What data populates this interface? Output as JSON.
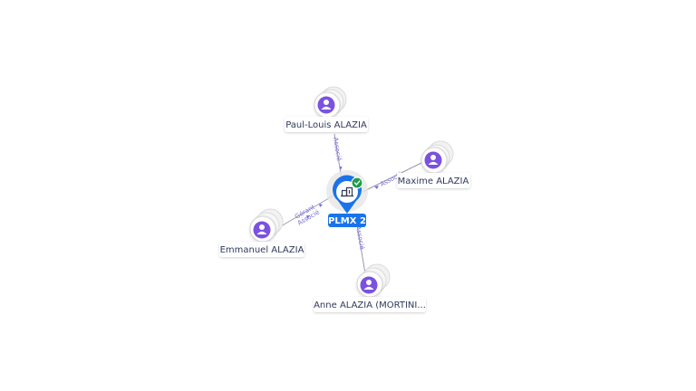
{
  "center": {
    "label": "PLMX 2",
    "icon": "building-icon",
    "badge_icon": "check-icon",
    "color": "#1a73e8",
    "badge_color": "#1e9e4a"
  },
  "persons": [
    {
      "id": "paul",
      "label": "Paul-Louis ALAZIA",
      "icon": "person-icon"
    },
    {
      "id": "maxime",
      "label": "Maxime ALAZIA",
      "icon": "person-icon"
    },
    {
      "id": "emmanuel",
      "label": "Emmanuel ALAZIA",
      "icon": "person-icon"
    },
    {
      "id": "anne",
      "label": "Anne ALAZIA (MORTINI...",
      "icon": "person-icon"
    }
  ],
  "edges": {
    "paul": [
      "Associé"
    ],
    "maxime": [
      "Associé"
    ],
    "emmanuel": [
      "Gérant",
      "Associé"
    ],
    "anne": [
      "Associé"
    ]
  },
  "colors": {
    "person": "#7b52e0",
    "edge": "#9a9ab0",
    "edge_label": "#7b6fd6"
  }
}
